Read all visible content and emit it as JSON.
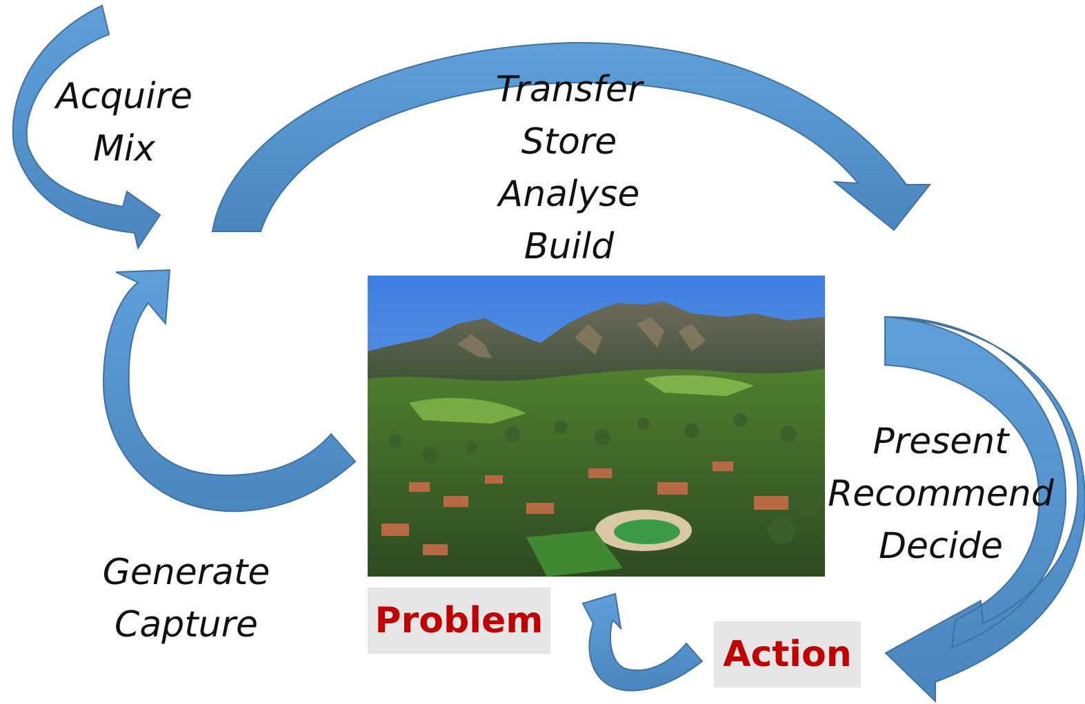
{
  "labels": {
    "acquire_mix": [
      "Acquire",
      "Mix"
    ],
    "transfer_build": [
      "Transfer",
      "Store",
      "Analyse",
      "Build"
    ],
    "present_decide": [
      "Present",
      "Recommend",
      "Decide"
    ],
    "generate_capture": [
      "Generate",
      "Capture"
    ]
  },
  "tags": {
    "problem": "Problem",
    "action": "Action"
  },
  "colors": {
    "arrow_fill": "#5b9bd5",
    "arrow_stroke": "#41719c",
    "tag_text": "#c00000",
    "tag_background": "#e6e6e6"
  },
  "image": {
    "subject": "aerial photo of a university campus and town in front of mountains"
  }
}
